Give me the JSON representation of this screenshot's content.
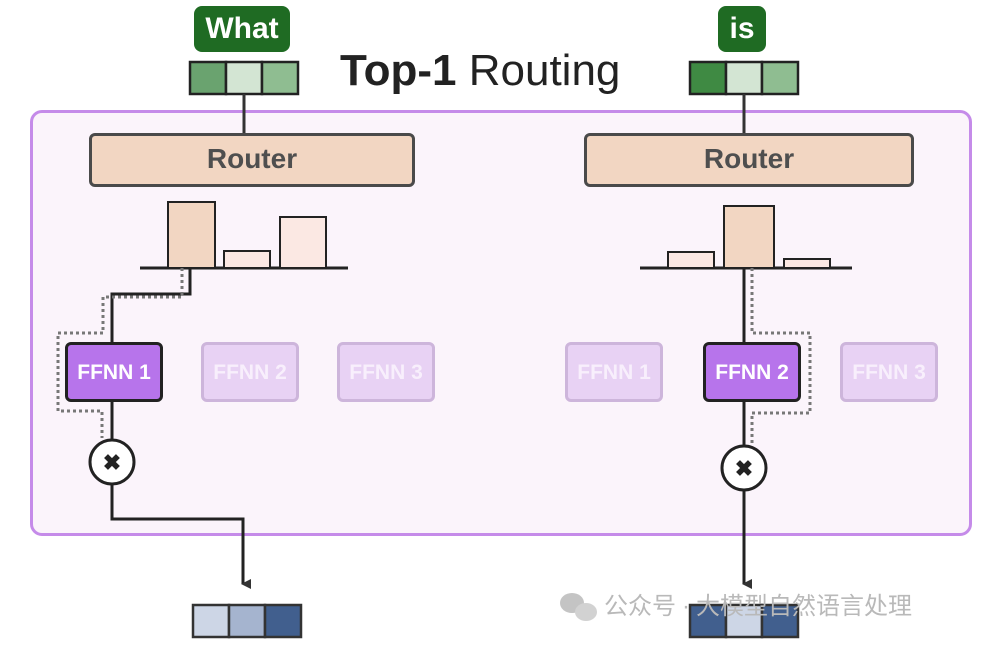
{
  "title": {
    "bold": "Top-1",
    "light": "Routing"
  },
  "tokens": [
    {
      "label": "What",
      "embedding": [
        "#6aa36f",
        "#d3e5d3",
        "#8fbd91"
      ]
    },
    {
      "label": "is",
      "embedding": [
        "#3f8a43",
        "#d3e5d3",
        "#8fbd91"
      ]
    }
  ],
  "routers": [
    {
      "label": "Router"
    },
    {
      "label": "Router"
    }
  ],
  "router_scores": [
    [
      0.66,
      0.17,
      0.51
    ],
    [
      0.16,
      0.62,
      0.09
    ]
  ],
  "experts": {
    "left": [
      {
        "label": "FFNN 1",
        "active": true
      },
      {
        "label": "FFNN 2",
        "active": false
      },
      {
        "label": "FFNN 3",
        "active": false
      }
    ],
    "right": [
      {
        "label": "FFNN 1",
        "active": false
      },
      {
        "label": "FFNN 2",
        "active": true
      },
      {
        "label": "FFNN 3",
        "active": false
      }
    ]
  },
  "multiply_symbol": "✖",
  "outputs": [
    {
      "embedding": [
        "#cdd6e6",
        "#a5b4cf",
        "#415f8e"
      ]
    },
    {
      "embedding": [
        "#415f8e",
        "#cdd6e6",
        "#415f8e"
      ]
    }
  ],
  "watermark": {
    "brand": "公众号",
    "separator": "·",
    "name": "大模型自然语言处理"
  },
  "colors": {
    "token_label_bg": "#1f6b23",
    "moe_frame_border": "#c58be9",
    "router_bg": "#f2d6c2",
    "expert_active": "#b774eb",
    "expert_inactive": "#e8d2f4",
    "line": "#333333"
  }
}
